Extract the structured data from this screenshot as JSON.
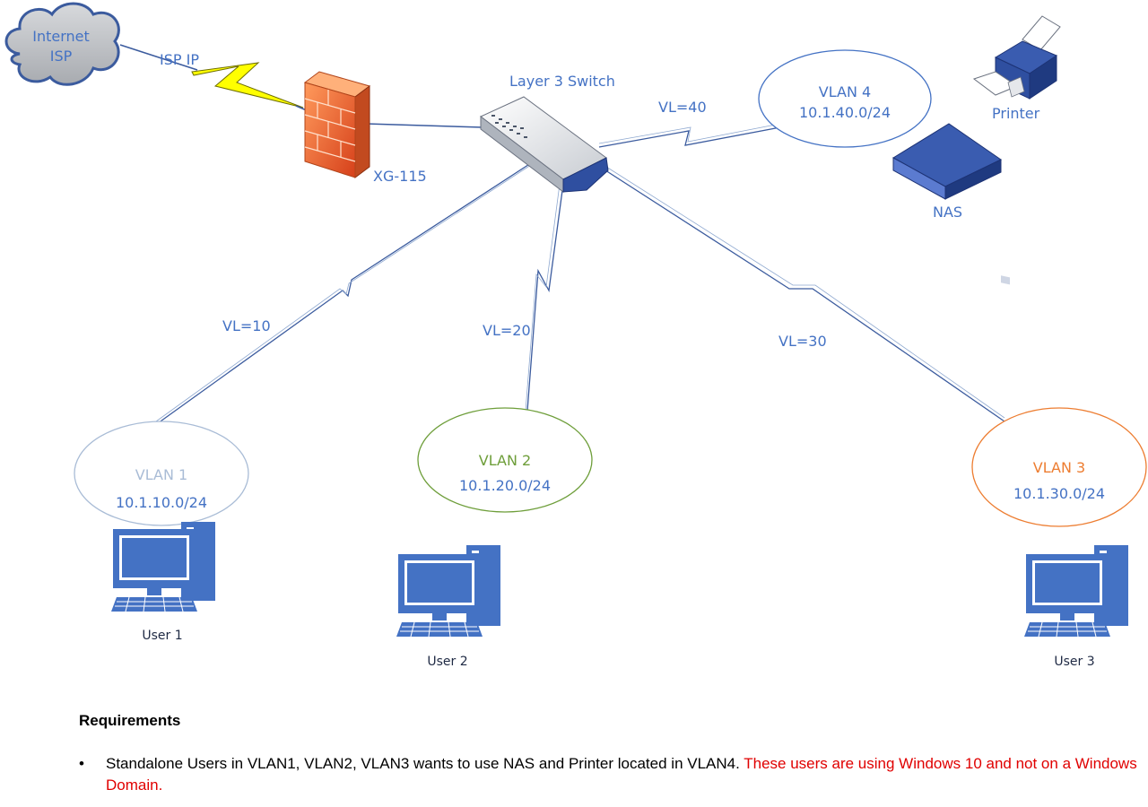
{
  "nodes": {
    "internet": {
      "line1": "Internet",
      "line2": "ISP"
    },
    "isp_link": "ISP IP",
    "firewall": "XG-115",
    "switch": "Layer 3 Switch",
    "printer": "Printer",
    "nas": "NAS",
    "vlan1": {
      "name": "VLAN 1",
      "subnet": "10.1.10.0/24"
    },
    "vlan2": {
      "name": "VLAN 2",
      "subnet": "10.1.20.0/24"
    },
    "vlan3": {
      "name": "VLAN 3",
      "subnet": "10.1.30.0/24"
    },
    "vlan4": {
      "name": "VLAN 4",
      "subnet": "10.1.40.0/24"
    },
    "user1": "User 1",
    "user2": "User 2",
    "user3": "User 3"
  },
  "links": {
    "vl10": "VL=10",
    "vl20": "VL=20",
    "vl30": "VL=30",
    "vl40": "VL=40"
  },
  "colors": {
    "label_blue": "#4472c4",
    "vlan1_stroke": "#a9bcd6",
    "vlan2_stroke": "#6e9e3a",
    "vlan3_stroke": "#ed7d31",
    "vlan4_stroke": "#4472c4",
    "requirement_red": "#e00000"
  },
  "requirements": {
    "title": "Requirements",
    "item1_plain": "Standalone Users in VLAN1, VLAN2, VLAN3 wants to use NAS and Printer located in VLAN4. ",
    "item1_red": "These users are using Windows 10 and not on a Windows Domain."
  }
}
